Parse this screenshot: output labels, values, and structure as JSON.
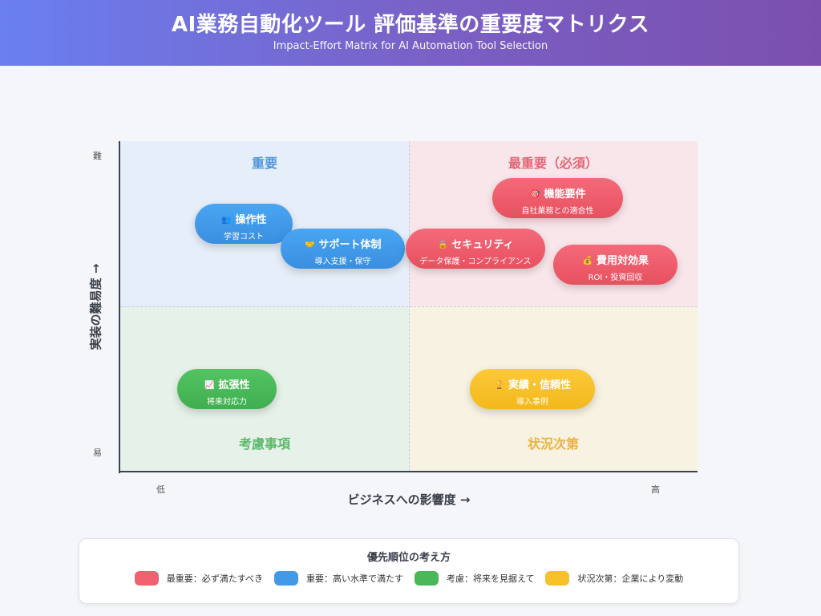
{
  "header": {
    "title": "AI業務自動化ツール 評価基準の重要度マトリクス",
    "subtitle": "Impact-Effort Matrix for AI Automation Tool Selection"
  },
  "matrix": {
    "quadrants": {
      "important": "重要",
      "critical": "最重要（必須）",
      "consider": "考慮事項",
      "situational": "状況次第"
    },
    "y_axis": {
      "title": "実装の難易度 →",
      "high": "難",
      "low": "易"
    },
    "x_axis": {
      "title": "ビジネスへの影響度 →",
      "low": "低",
      "high": "高"
    },
    "items": [
      {
        "name": "操作性",
        "desc": "学習コスト",
        "icon": "👥",
        "icon_name": "users-icon",
        "color": "blue"
      },
      {
        "name": "サポート体制",
        "desc": "導入支援・保守",
        "icon": "🤝",
        "icon_name": "handshake-icon",
        "color": "blue"
      },
      {
        "name": "機能要件",
        "desc": "自社業務との適合性",
        "icon": "🎯",
        "icon_name": "target-icon",
        "color": "red"
      },
      {
        "name": "セキュリティ",
        "desc": "データ保護・コンプライアンス",
        "icon": "🔒",
        "icon_name": "lock-icon",
        "color": "red"
      },
      {
        "name": "費用対効果",
        "desc": "ROI・投資回収",
        "icon": "💰",
        "icon_name": "money-bag-icon",
        "color": "red"
      },
      {
        "name": "拡張性",
        "desc": "将来対応力",
        "icon": "📈",
        "icon_name": "chart-up-icon",
        "color": "green"
      },
      {
        "name": "実績・信頼性",
        "desc": "導入事例",
        "icon": "🏆",
        "icon_name": "trophy-icon",
        "color": "yellow"
      }
    ]
  },
  "legend": {
    "title": "優先順位の考え方",
    "items": [
      {
        "label": "最重要：必ず満たすべき",
        "color": "#f0606f"
      },
      {
        "label": "重要：高い水準で満たす",
        "color": "#4299e8"
      },
      {
        "label": "考慮：将来を見据えて",
        "color": "#48b859"
      },
      {
        "label": "状況次第：企業により変動",
        "color": "#f8c12a"
      }
    ]
  }
}
